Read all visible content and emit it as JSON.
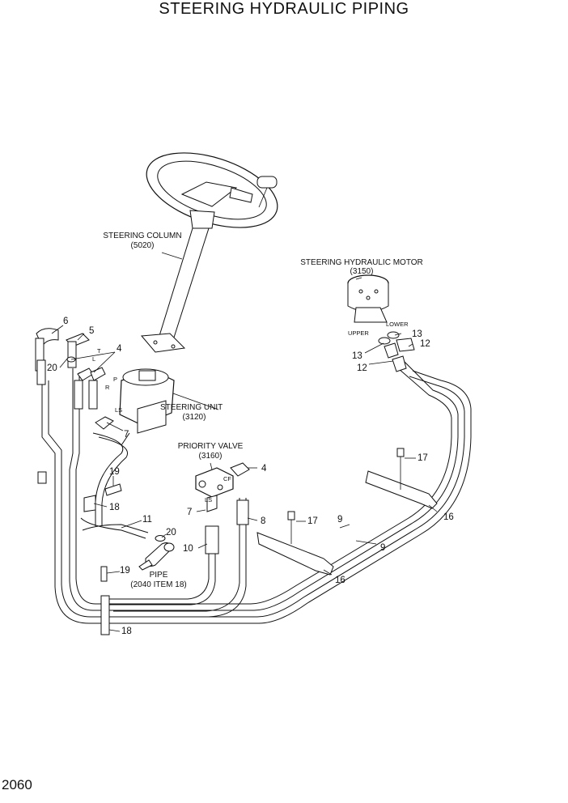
{
  "title": "STEERING HYDRAULIC PIPING",
  "page_number": "2060",
  "assemblies": {
    "steering_column": {
      "name": "STEERING COLUMN",
      "code": "(5020)"
    },
    "steering_motor": {
      "name": "STEERING HYDRAULIC MOTOR",
      "code": "(3150)"
    },
    "steering_unit": {
      "name": "STEERING UNIT",
      "code": "(3120)"
    },
    "priority_valve": {
      "name": "PRIORITY VALVE",
      "code": "(3160)"
    },
    "pipe": {
      "name": "PIPE",
      "code": "(2040 ITEM 18)"
    }
  },
  "port_labels": {
    "upper": "UPPER",
    "lower": "LOWER",
    "t": "T",
    "l": "L",
    "p": "P",
    "r": "R",
    "ls": "LS",
    "pv_ls": "LS",
    "pv_cf": "CF"
  },
  "callouts": {
    "c6": "6",
    "c5": "5",
    "c4a": "4",
    "c20a": "20",
    "c7a": "7",
    "c19a": "19",
    "c18a": "18",
    "c11": "11",
    "c20b": "20",
    "c19b": "19",
    "c18b": "18",
    "c10": "10",
    "c7b": "7",
    "c4b": "4",
    "c8": "8",
    "c17a": "17",
    "c9a": "9",
    "c9b": "9",
    "c16a": "16",
    "c16b": "16",
    "c17b": "17",
    "c13a": "13",
    "c12a": "12",
    "c13b": "13",
    "c12b": "12"
  }
}
